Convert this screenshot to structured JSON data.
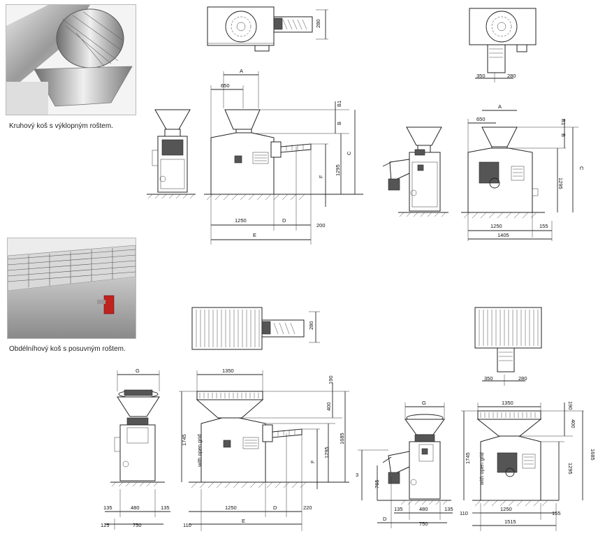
{
  "captions": {
    "round_basket": "Kruhový koš s výklopným roštem.",
    "rect_basket": "Obdélníhový koš s posuvným roštem."
  },
  "dims_top": {
    "top1_280": "280",
    "top2_350": "350",
    "top2_280": "280",
    "A1": "A",
    "d650_1": "650",
    "B1_1": "B1",
    "B_1": "B",
    "C_1": "C",
    "d1295_1": "1295",
    "F_1": "F",
    "d1250_1": "1250",
    "D_1": "D",
    "d200": "200",
    "E_1": "E",
    "A2": "A",
    "d650_2": "650",
    "B1_2": "B1",
    "B_2": "B",
    "C_2": "C",
    "d1295_2": "1295",
    "d1250_2": "1250",
    "d155_1": "155",
    "d1405": "1405"
  },
  "dims_bottom": {
    "top3_280": "280",
    "top4_350": "350",
    "top4_280": "280",
    "G_1": "G",
    "d1350_1": "1350",
    "d190_1": "190",
    "d400_1": "400",
    "d1685_1": "1685",
    "d1295_3": "1295",
    "F_2": "F",
    "d1745_1": "1745",
    "open_grid_1": "with open grid",
    "d135_a": "135",
    "d480_1": "480",
    "d135_b": "135",
    "d125": "125",
    "d750_1": "750",
    "d110_1": "110",
    "d1250_3": "1250",
    "D_2": "D",
    "d220": "220",
    "E_2": "E",
    "G_2": "G",
    "d3": "3",
    "d765": "765",
    "d135_c": "135",
    "d480_2": "480",
    "d135_d": "135",
    "D_3": "D",
    "d750_2": "750",
    "d1350_2": "1350",
    "d190_2": "190",
    "d400_2": "400",
    "d1685_2": "1685",
    "d1295_4": "1295",
    "d1745_2": "1745",
    "open_grid_2": "with open grid",
    "d110_2": "110",
    "d1250_4": "1250",
    "d155_2": "155",
    "d1515": "1515"
  }
}
